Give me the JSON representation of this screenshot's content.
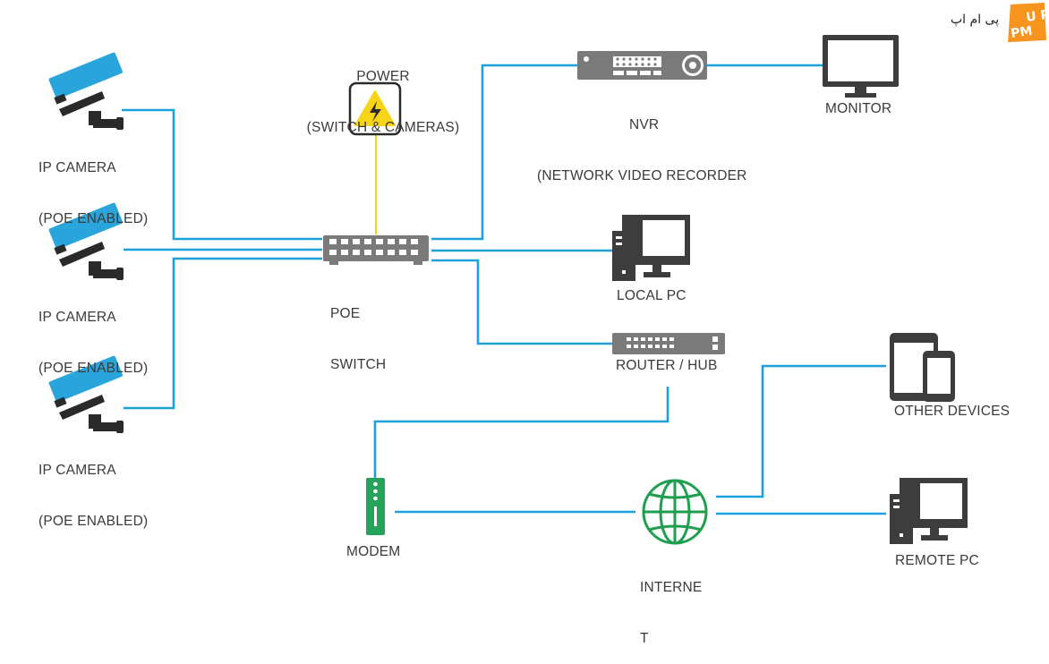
{
  "logo": {
    "text": "پی ام اپ",
    "badge": "UP PM"
  },
  "power": {
    "line1": "POWER",
    "line2": "(SWITCH & CAMERAS)"
  },
  "nvr": {
    "line1": "NVR",
    "line2": "(NETWORK VIDEO RECORDER"
  },
  "monitor": {
    "label": "MONITOR"
  },
  "cameras": [
    {
      "line1": "IP CAMERA",
      "line2": "(POE ENABLED)"
    },
    {
      "line1": "IP CAMERA",
      "line2": "(POE ENABLED)"
    },
    {
      "line1": "IP CAMERA",
      "line2": "(POE ENABLED)"
    }
  ],
  "poe_switch": {
    "line1": "POE",
    "line2": "SWITCH"
  },
  "local_pc": {
    "label": "LOCAL PC"
  },
  "router": {
    "label": "ROUTER / HUB"
  },
  "other_devices": {
    "label": "OTHER DEVICES"
  },
  "modem": {
    "label": "MODEM"
  },
  "internet": {
    "line1": "INTERNE",
    "line2": "T"
  },
  "remote_pc": {
    "label": "REMOTE PC"
  },
  "colors": {
    "link": "#1da1dc",
    "power_link": "#f2d21b",
    "camera_blue": "#29a5db",
    "device_dark": "#3d3d3d",
    "device_gray": "#7a7a7a",
    "globe_green": "#1e9e4e",
    "modem_green": "#25a35a",
    "hazard_yellow": "#f7d417",
    "logo_orange": "#f7941d"
  }
}
